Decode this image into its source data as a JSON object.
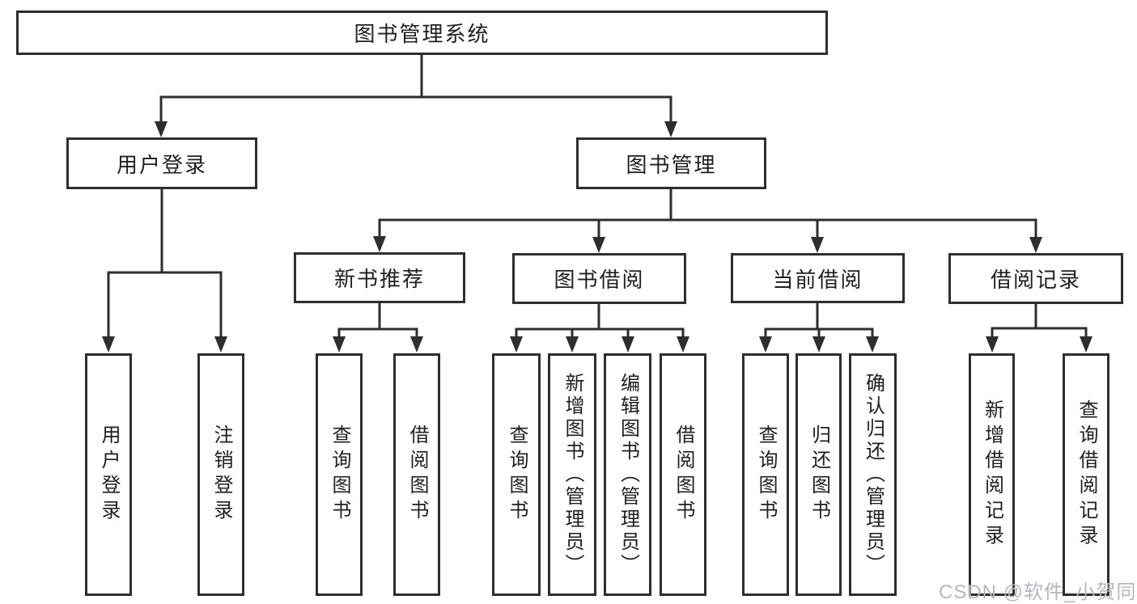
{
  "diagram": {
    "root": {
      "label": "图书管理系统",
      "children": [
        {
          "label": "用户登录",
          "children": [
            {
              "label": "用户登录"
            },
            {
              "label": "注销登录"
            }
          ]
        },
        {
          "label": "图书管理",
          "children": [
            {
              "label": "新书推荐",
              "children": [
                {
                  "label": "查询图书"
                },
                {
                  "label": "借阅图书"
                }
              ]
            },
            {
              "label": "图书借阅",
              "children": [
                {
                  "label": "查询图书"
                },
                {
                  "label": "新增图书（管理员）"
                },
                {
                  "label": "编辑图书（管理员）"
                },
                {
                  "label": "借阅图书"
                }
              ]
            },
            {
              "label": "当前借阅",
              "children": [
                {
                  "label": "查询图书"
                },
                {
                  "label": "归还图书"
                },
                {
                  "label": "确认归还（管理员）"
                }
              ]
            },
            {
              "label": "借阅记录",
              "children": [
                {
                  "label": "新增借阅记录"
                },
                {
                  "label": "查询借阅记录"
                }
              ]
            }
          ]
        }
      ]
    }
  },
  "watermark": "CSDN @软件_小贺同学",
  "colors": {
    "line": "#2e2e2e",
    "box_border": "#2e2e2e",
    "box_fill": "#ffffff",
    "text": "#1f1f1f",
    "background": "#ffffff",
    "watermark": "#b3b7bd"
  }
}
